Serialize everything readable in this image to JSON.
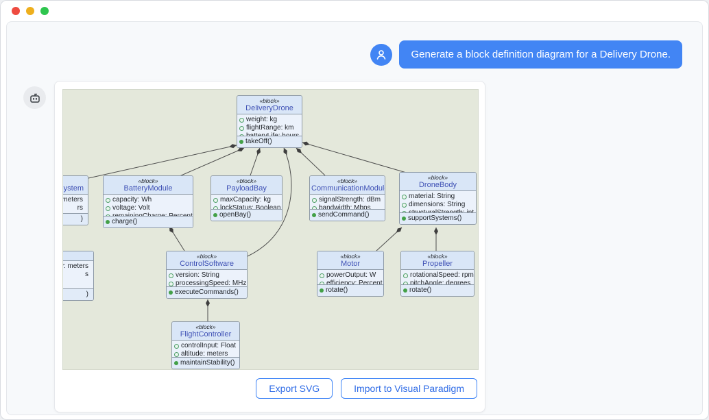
{
  "window": {
    "traffic_lights": {
      "close": "#ee4b40",
      "minimize": "#eeaf1d",
      "zoom": "#2ec54e"
    }
  },
  "chat": {
    "user_message": "Generate a block definition diagram for a Delivery Drone.",
    "bubble_color": "#4285f4",
    "user_avatar_icon": "user-icon",
    "bot_avatar_icon": "robot-icon"
  },
  "diagram": {
    "type": "block-definition-diagram",
    "canvas_color": "#e4e8db",
    "stereotype": "«block»",
    "blocks": [
      {
        "name": "DeliveryDrone",
        "attributes": [
          "weight: kg",
          "flightRange: km",
          "batteryLife: hours"
        ],
        "operations": [
          "takeOff()"
        ]
      },
      {
        "name": "BatteryModule",
        "attributes": [
          "capacity: Wh",
          "voltage: Volt",
          "remainingCharge: Percent"
        ],
        "operations": [
          "charge()"
        ]
      },
      {
        "name": "PayloadBay",
        "attributes": [
          "maxCapacity: kg",
          "lockStatus: Boolean"
        ],
        "operations": [
          "openBay()"
        ]
      },
      {
        "name": "CommunicationModule",
        "attributes": [
          "signalStrength: dBm",
          "bandwidth: Mbps"
        ],
        "operations": [
          "sendCommand()"
        ]
      },
      {
        "name": "DroneBody",
        "attributes": [
          "material: String",
          "dimensions: String",
          "structuralStrength: int"
        ],
        "operations": [
          "supportSystems()"
        ]
      },
      {
        "name": "ControlSoftware",
        "attributes": [
          "version: String",
          "processingSpeed: MHz"
        ],
        "operations": [
          "executeCommands()"
        ]
      },
      {
        "name": "Motor",
        "attributes": [
          "powerOutput: W",
          "efficiency: Percent"
        ],
        "operations": [
          "rotate()"
        ]
      },
      {
        "name": "Propeller",
        "attributes": [
          "rotationalSpeed: rpm",
          "pitchAngle: degrees"
        ],
        "operations": [
          "rotate()"
        ]
      },
      {
        "name": "FlightController",
        "attributes": [
          "controlInput: Float",
          "altitude: meters"
        ],
        "operations": [
          "maintainStability()"
        ]
      }
    ],
    "partial_blocks": [
      {
        "name_fragment": "ystem",
        "attribute_fragments": [
          "r: meters",
          "rs"
        ],
        "operation_fragments": [
          ")"
        ]
      },
      {
        "name_fragment": "",
        "attribute_fragments": [
          "cy: meters",
          "s"
        ],
        "operation_fragments": [
          ")"
        ]
      }
    ],
    "edges": [
      {
        "from": "DeliveryDrone",
        "to": "clipped block (…ystem)",
        "type": "composition"
      },
      {
        "from": "DeliveryDrone",
        "to": "BatteryModule",
        "type": "composition"
      },
      {
        "from": "DeliveryDrone",
        "to": "PayloadBay",
        "type": "composition"
      },
      {
        "from": "DeliveryDrone",
        "to": "CommunicationModule",
        "type": "composition"
      },
      {
        "from": "DeliveryDrone",
        "to": "DroneBody",
        "type": "composition"
      },
      {
        "from": "DeliveryDrone",
        "to": "ControlSoftware",
        "type": "composition"
      },
      {
        "from": "BatteryModule",
        "to": "ControlSoftware",
        "type": "composition"
      },
      {
        "from": "DroneBody",
        "to": "Motor",
        "type": "composition"
      },
      {
        "from": "DroneBody",
        "to": "Propeller",
        "type": "composition"
      },
      {
        "from": "ControlSoftware",
        "to": "FlightController",
        "type": "composition"
      }
    ]
  },
  "actions": {
    "export_svg": "Export SVG",
    "import_vp": "Import to Visual Paradigm",
    "accent_color": "#3b82f6"
  }
}
